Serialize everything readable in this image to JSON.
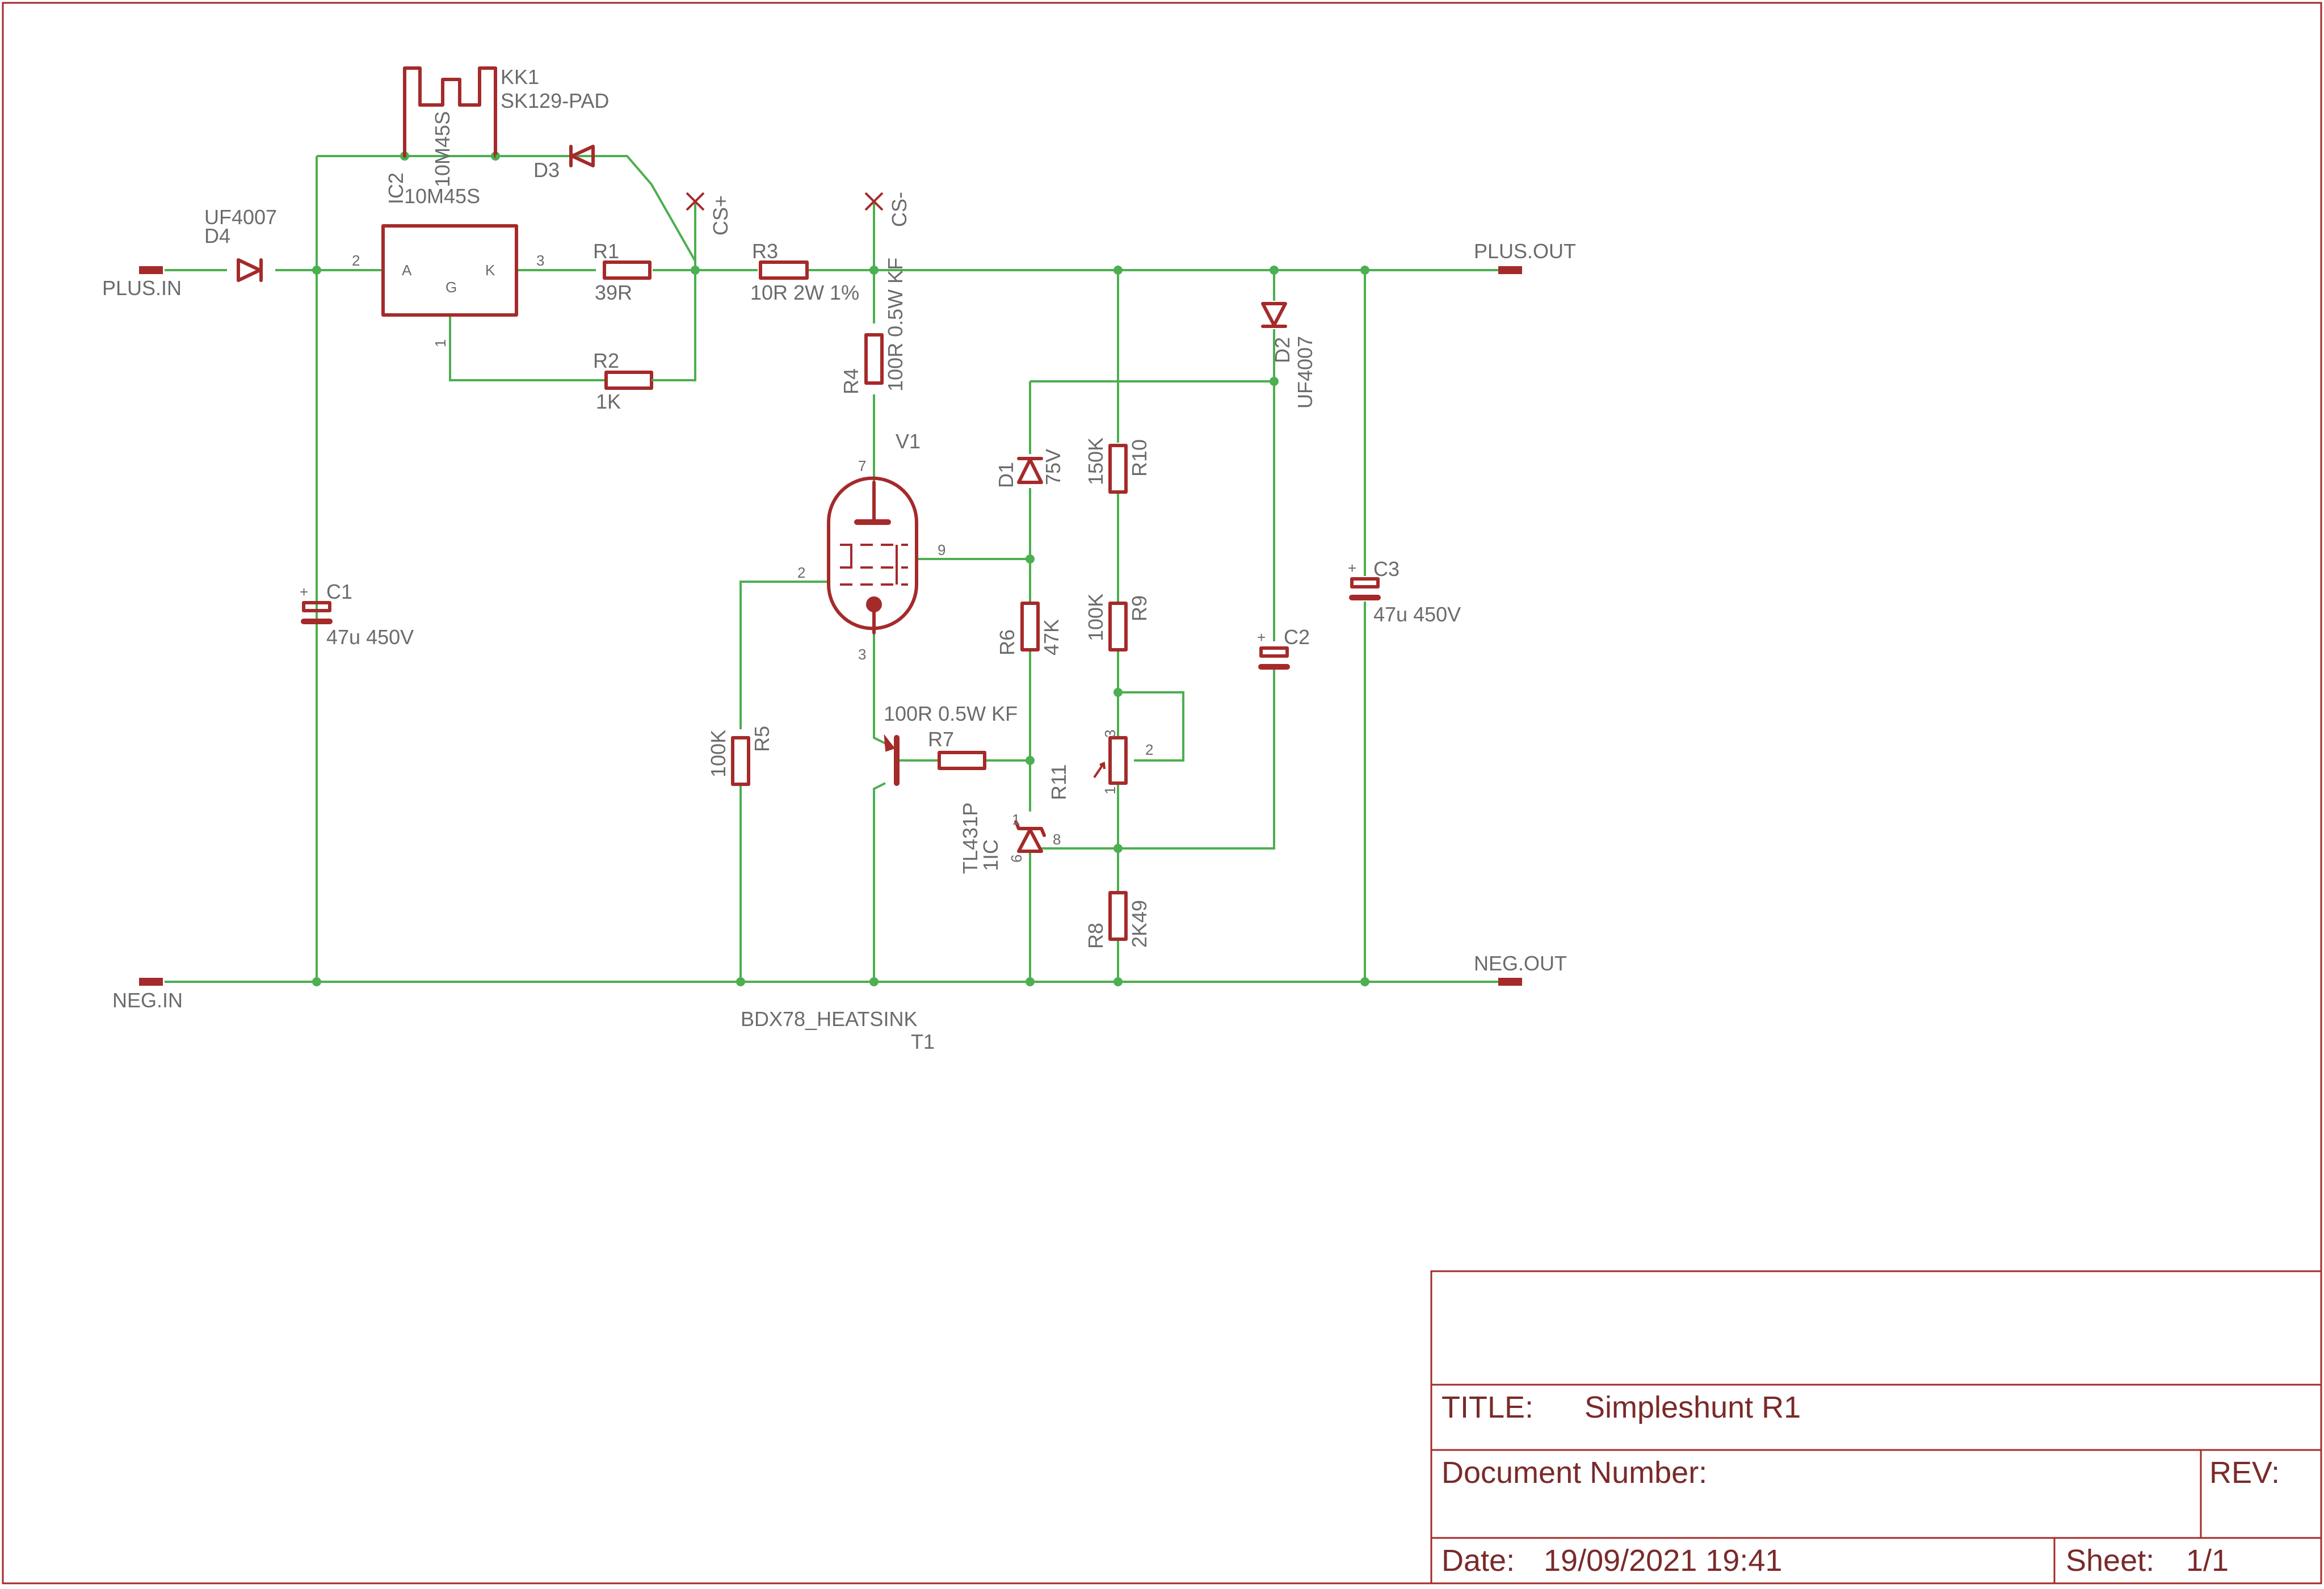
{
  "ports": {
    "plus_in": "PLUS.IN",
    "neg_in": "NEG.IN",
    "plus_out": "PLUS.OUT",
    "neg_out": "NEG.OUT",
    "cs_plus": "CS+",
    "cs_minus": "CS-"
  },
  "components": {
    "kk1": {
      "name": "KK1",
      "value": "SK129-PAD"
    },
    "ic2": {
      "name": "IC2",
      "value": "10M45S",
      "value2": "10M45S",
      "pin_a": "A",
      "pin_g": "G",
      "pin_k": "K",
      "pin2": "2",
      "pin3": "3",
      "pin1": "1"
    },
    "d3": {
      "name": "D3"
    },
    "d4": {
      "name": "D4",
      "value": "UF4007"
    },
    "r1": {
      "name": "R1",
      "value": "39R"
    },
    "r2": {
      "name": "R2",
      "value": "1K"
    },
    "r3": {
      "name": "R3",
      "value": "10R 2W 1%"
    },
    "r4": {
      "name": "R4",
      "value": "100R 0.5W KF"
    },
    "v1": {
      "name": "V1",
      "pin7": "7",
      "pin9": "9",
      "pin2": "2",
      "pin3": "3"
    },
    "d1": {
      "name": "D1",
      "value": "75V"
    },
    "d2": {
      "name": "D2",
      "value": "UF4007"
    },
    "r10": {
      "name": "R10",
      "value": "150K"
    },
    "r9": {
      "name": "R9",
      "value": "100K"
    },
    "r6": {
      "name": "R6",
      "value": "47K"
    },
    "r5": {
      "name": "R5",
      "value": "100K"
    },
    "r7": {
      "name": "R7",
      "value": "100R 0.5W KF"
    },
    "r11": {
      "name": "R11",
      "pin1": "1",
      "pin2": "2",
      "pin3": "3"
    },
    "r8": {
      "name": "R8",
      "value": "2K49"
    },
    "ic1": {
      "name": "TL431P",
      "value": "1IC",
      "pin1": "1",
      "pin6": "6",
      "pin8": "8"
    },
    "c1": {
      "name": "C1",
      "value": "47u 450V"
    },
    "c2": {
      "name": "C2"
    },
    "c3": {
      "name": "C3",
      "value": "47u 450V"
    },
    "t1": {
      "name": "T1",
      "value": "BDX78_HEATSINK"
    }
  },
  "title_block": {
    "title_label": "TITLE:",
    "title_value": "Simpleshunt R1",
    "docnum_label": "Document Number:",
    "rev_label": "REV:",
    "date_label": "Date:",
    "date_value": "19/09/2021 19:41",
    "sheet_label": "Sheet:",
    "sheet_value": "1/1"
  },
  "colors": {
    "symbol": "#a52a2a",
    "wire": "#4caf50",
    "text": "#6b6b6b"
  }
}
